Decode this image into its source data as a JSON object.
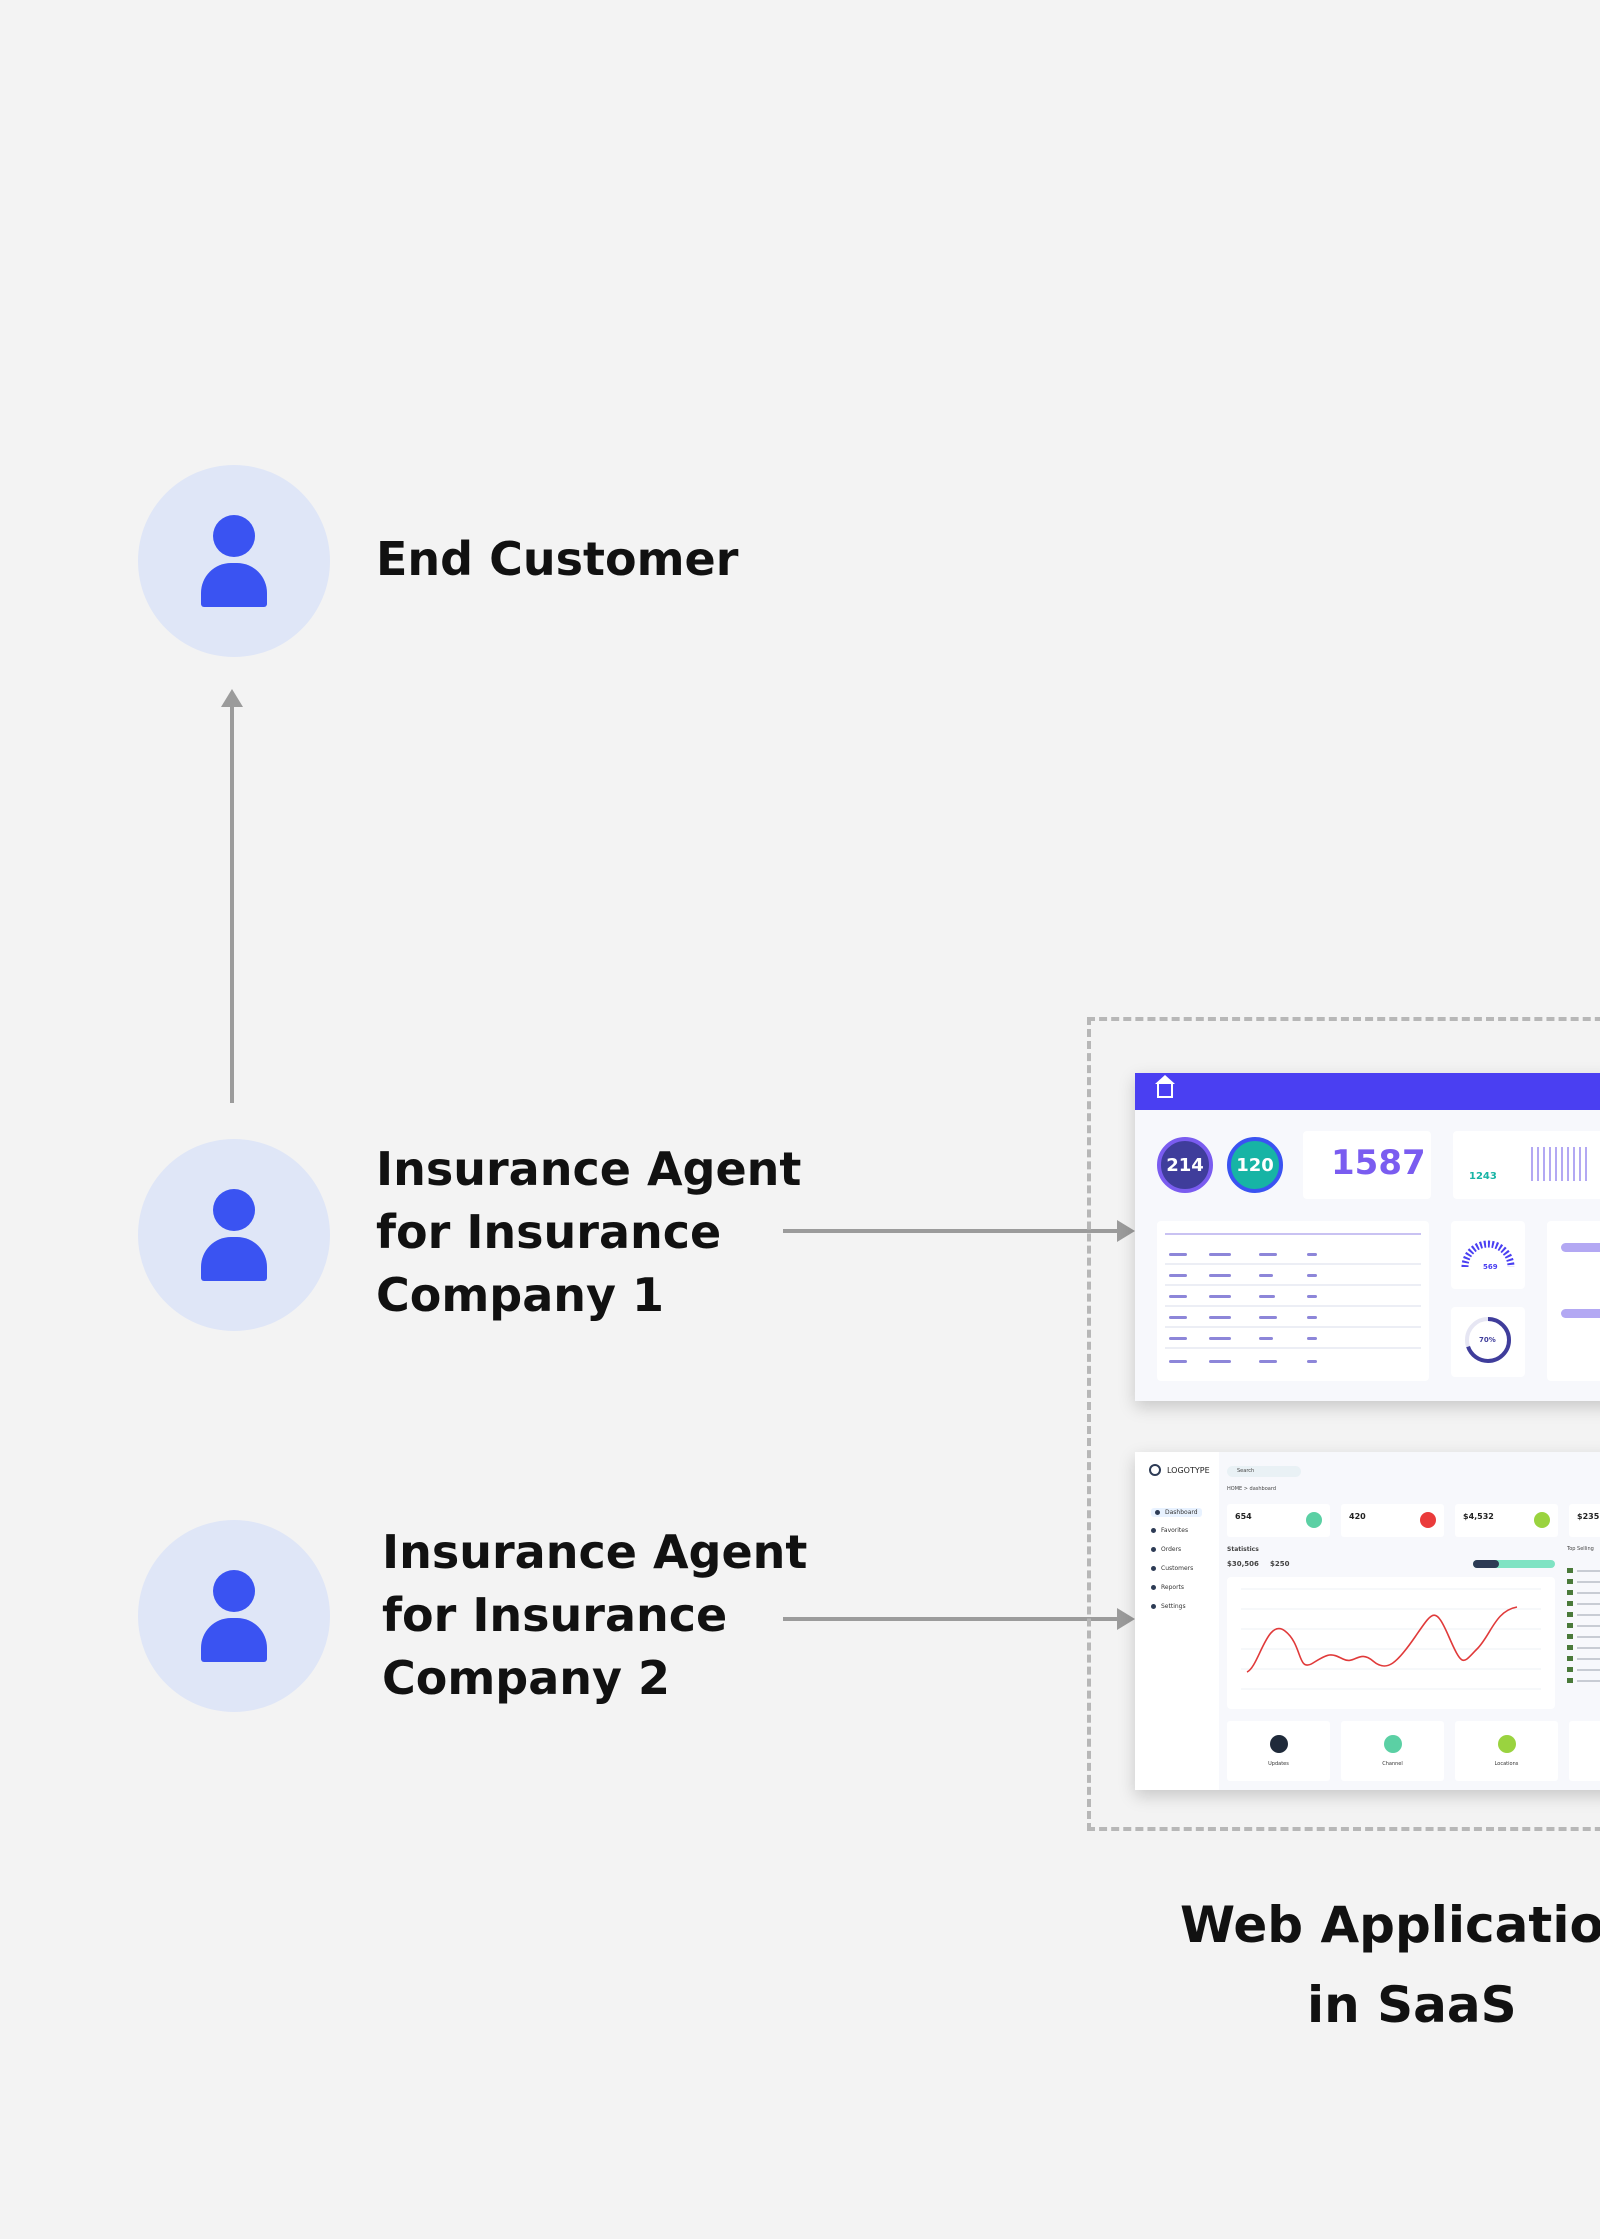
{
  "actors": [
    {
      "id": "end-customer",
      "lines": [
        "End Customer"
      ]
    },
    {
      "id": "agent-1",
      "lines": [
        "Insurance Agent",
        "for Insurance",
        "Company 1"
      ]
    },
    {
      "id": "agent-2",
      "lines": [
        "Insurance Agent",
        "for Insurance",
        "Company 2"
      ]
    }
  ],
  "system": {
    "title_lines": [
      "Web Applicatio",
      "in SaaS"
    ]
  },
  "screen1": {
    "ring1": "214",
    "ring2": "120",
    "big": "1587",
    "small": "1243",
    "gauge": "569",
    "pct": "70%"
  },
  "screen2": {
    "logo": "LOGOTYPE",
    "search": "Search",
    "crumb": "HOME > dashboard",
    "menu": [
      "Dashboard",
      "Favorites",
      "Orders",
      "Customers",
      "Reports",
      "Settings"
    ],
    "stats": [
      "654",
      "420",
      "$4,532",
      "$235"
    ],
    "section": "Statistics",
    "kpi1": "$30,506",
    "kpi2": "$250",
    "tiles": [
      "Updates",
      "Channel",
      "Locations"
    ],
    "top_selling": "Top Selling"
  },
  "colors": {
    "accent": "#3a53f2",
    "circle": "#dfe6f7",
    "arrow": "#9b9b9b",
    "dash": "#b7b7b7",
    "header": "#4a3ff2",
    "line": "#e03a3a"
  }
}
